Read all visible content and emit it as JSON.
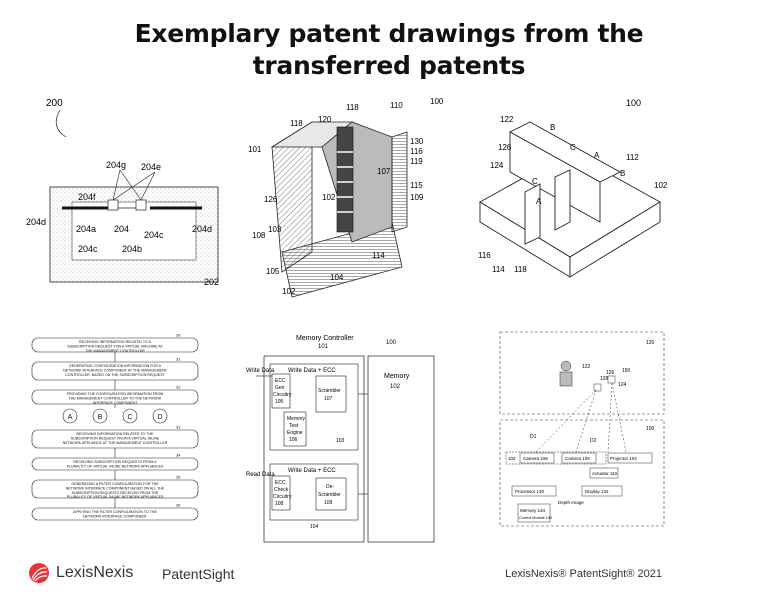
{
  "title": {
    "line1": "Exemplary patent drawings from the",
    "line2": "transferred patents"
  },
  "fig1": {
    "ref": "200",
    "labels": [
      "204g",
      "204e",
      "204f",
      "204d",
      "204a",
      "204",
      "204c",
      "204d",
      "204c",
      "204b",
      "202"
    ]
  },
  "fig2": {
    "ref": "100",
    "labels": [
      "118",
      "110",
      "118",
      "120",
      "130",
      "101",
      "116",
      "119",
      "107",
      "102",
      "115",
      "109",
      "126",
      "108",
      "103",
      "105",
      "104",
      "114",
      "102"
    ]
  },
  "fig3": {
    "ref": "100",
    "labels": [
      "122",
      "B",
      "126",
      "C",
      "A",
      "112",
      "B",
      "124",
      "C",
      "102",
      "A",
      "116",
      "114",
      "118"
    ]
  },
  "fig4": {
    "steps": [
      {
        "num": "30",
        "text": "RECEIVING INFORMATION RELATED TO A SUBSCRIPTION REQUEST FOR A VIRTUAL MACHINE AT THE MANAGEMENT CONTROLLER"
      },
      {
        "num": "31",
        "text": "GENERATING CONFIGURATION INFORMATION FOR A NETWORK INTERFACE COMPONENT AT THE MANAGEMENT CONTROLLER, BASED ON THE SUBSCRIPTION REQUEST"
      },
      {
        "num": "32",
        "text": "PROVIDING THE CONFIGURATION INFORMATION FROM THE MANAGEMENT CONTROLLER TO THE NETWORK INTERFACE COMPONENT"
      },
      {
        "num": "33",
        "text": "RECEIVING INFORMATION RELATED TO THE SUBSCRIPTION REQUEST FROM A VIRTUAL INLINE NETWORK APPLIANCE AT THE MANAGEMENT CONTROLLER"
      },
      {
        "num": "34",
        "text": "RECEIVING SUBSCRIPTION REQUESTS FROM A PLURALITY OF VIRTUAL INLINE NETWORK APPLIANCES"
      },
      {
        "num": "35",
        "text": "GENERATING A FILTER CONFIGURATION FOR THE NETWORK INTERFACE COMPONENT BASED ON ALL THE SUBSCRIPTION REQUESTS RECEIVED FROM THE PLURALITY OF VIRTUAL INLINE NETWORK APPLIANCES"
      },
      {
        "num": "36",
        "text": "APPLYING THE FILTER CONFIGURATION TO THE NETWORK INTERFACE COMPONENT"
      }
    ],
    "circles": [
      "A",
      "B",
      "C",
      "D"
    ]
  },
  "fig5": {
    "ref": "100",
    "controller": "Memory Controller",
    "controller_ref": "101",
    "write_data": "Write Data",
    "write_ecc": "Write Data + ECC",
    "ecc_gen": [
      "ECC",
      "Gen",
      "Circuitry",
      "105"
    ],
    "scrambler": [
      "Scrambler",
      "107"
    ],
    "mem_test": [
      "Memory",
      "Test",
      "Engine",
      "106"
    ],
    "ref103": "103",
    "memory": [
      "Memory",
      "102"
    ],
    "read_data": "Read Data",
    "read_ecc": "Write Data + ECC",
    "ecc_check": [
      "ECC",
      "Check",
      "Circuitry",
      "108"
    ],
    "descrambler": [
      "De-",
      "Scrambler",
      "109"
    ],
    "ref104": "104"
  },
  "fig6": {
    "ref120": "120",
    "ref122": "122",
    "ref128": "128",
    "ref126": "126",
    "ref124": "124",
    "ref150": "150",
    "ref100": "100",
    "d1": "D1",
    "d2": "D2",
    "ref102": "102",
    "camera1": "Camera 106",
    "camera2": "Camera 108",
    "projector": "Projector 104",
    "actuator": "Actuator 110",
    "processor": "Processor 130",
    "display": "Display 132",
    "depth": "Depth Image",
    "memory": "Memory 134",
    "control": "Control Module 140"
  },
  "footer": {
    "logo": "LexisNexis",
    "product": "PatentSight",
    "copyright": "LexisNexis® PatentSight® 2021"
  },
  "colors": {
    "brand_red": "#e4373d"
  }
}
